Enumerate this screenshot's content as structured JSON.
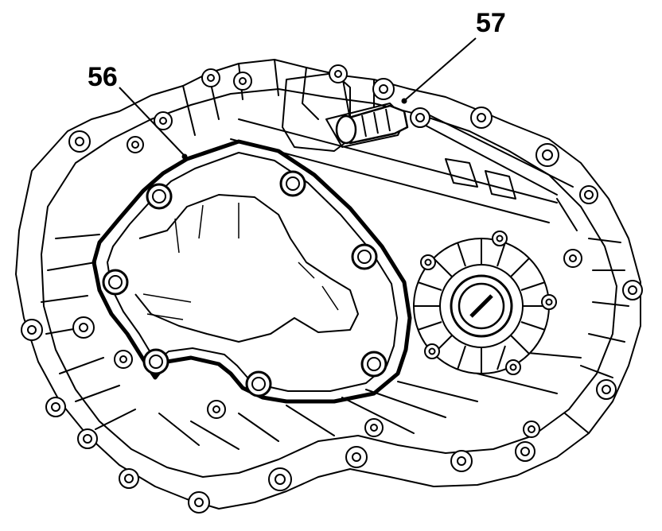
{
  "callouts": [
    {
      "id": "56",
      "text": "56",
      "target": "cover-gasket"
    },
    {
      "id": "57",
      "text": "57",
      "target": "breather-fitting"
    }
  ],
  "colors": {
    "line": "#000000",
    "background": "#ffffff"
  }
}
